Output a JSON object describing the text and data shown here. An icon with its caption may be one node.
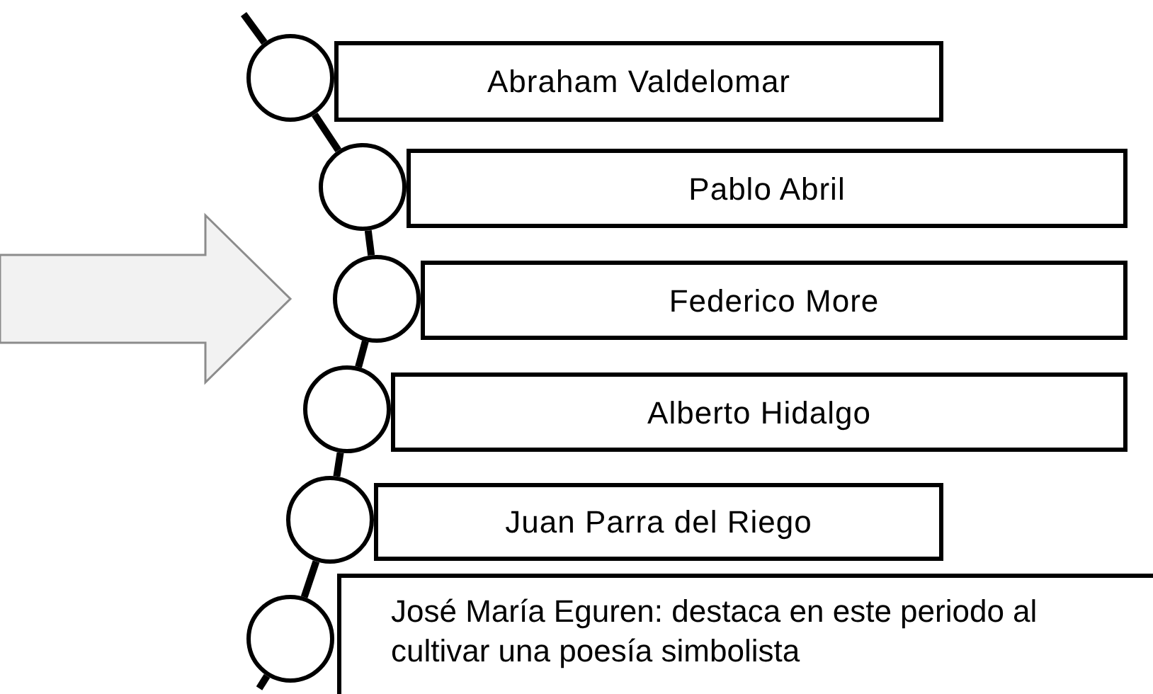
{
  "diagram": {
    "nodes": [
      {
        "text": [],
        "shape": "circle"
      },
      {
        "text": [
          "Abraham Valdelomar"
        ]
      },
      {
        "text": [],
        "shape": "circle"
      },
      {
        "text": [
          "Pablo Abril"
        ]
      },
      {
        "text": [],
        "shape": "circle"
      },
      {
        "text": [
          "Federico More"
        ]
      },
      {
        "text": [],
        "shape": "circle"
      },
      {
        "text": [
          "Alberto Hidalgo"
        ]
      },
      {
        "text": [],
        "shape": "circle"
      },
      {
        "text": [
          "Juan Parra del Riego"
        ]
      },
      {
        "text": [],
        "shape": "circle"
      },
      {
        "text": [
          "José María Eguren: destaca en este periodo al cultivar una poesía simbolista"
        ]
      }
    ],
    "edges": [
      {
        "from": null,
        "to": 0,
        "arrow": "none"
      },
      {
        "from": 0,
        "to": 2,
        "arrow": "none"
      },
      {
        "from": 2,
        "to": 4,
        "arrow": "none"
      },
      {
        "from": 4,
        "to": 6,
        "arrow": "none"
      },
      {
        "from": 6,
        "to": 8,
        "arrow": "none"
      },
      {
        "from": 8,
        "to": 10,
        "arrow": "none"
      },
      {
        "from": 10,
        "to": null,
        "arrow": "none"
      },
      {
        "from": null,
        "to": 4,
        "arrow": "to",
        "color": "#f2f2f2"
      }
    ]
  }
}
